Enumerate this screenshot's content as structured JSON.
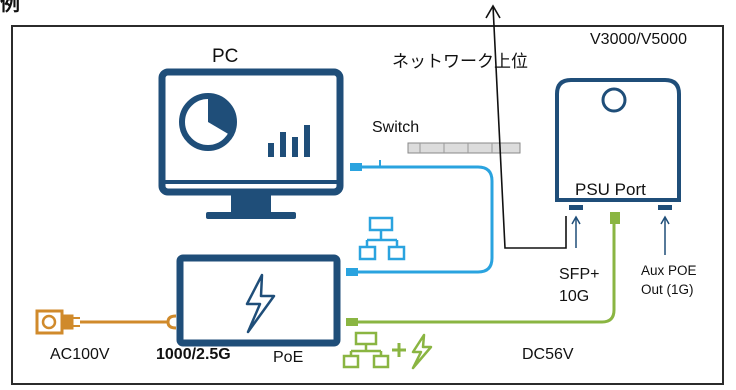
{
  "labels": {
    "heading": "例",
    "pc": "PC",
    "model": "V3000/V5000",
    "network_upper": "ネットワーク上位",
    "switch": "Switch",
    "psu_port": "PSU Port",
    "sfp_line1": "SFP+",
    "sfp_line2": "10G",
    "aux_line1": "Aux POE",
    "aux_line2": "Out (1G)",
    "ac": "AC100V",
    "speed": "1000/2.5G",
    "poe": "PoE",
    "dc": "DC56V"
  },
  "colors": {
    "frame": "#2b2b2b",
    "device": "#1f4e79",
    "ethernet": "#2aa3df",
    "power_green": "#8ab542",
    "ac_orange": "#d08a2b",
    "network_arrow": "#111111"
  }
}
